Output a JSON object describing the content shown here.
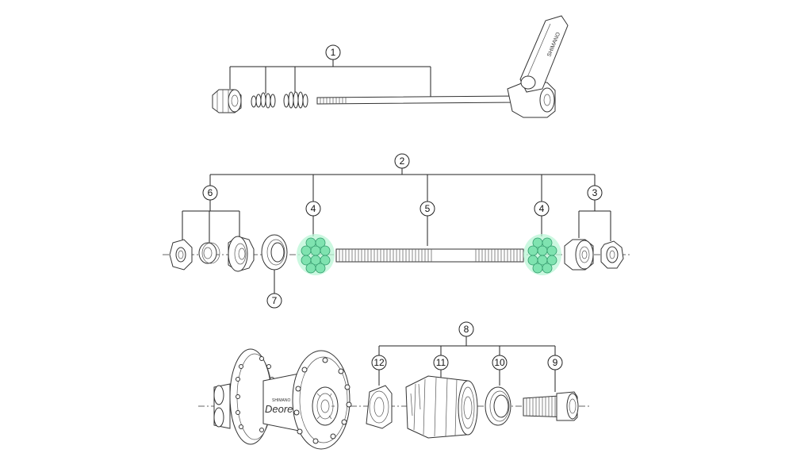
{
  "callouts": {
    "c1": "1",
    "c2": "2",
    "c3": "3",
    "c4a": "4",
    "c4b": "4",
    "c5": "5",
    "c6": "6",
    "c7": "7",
    "c8": "8",
    "c9": "9",
    "c10": "10",
    "c11": "11",
    "c12": "12"
  },
  "labels": {
    "lever_brand": "SHIMANO",
    "hub_brand_small": "SHIMANO",
    "hub_brand": "Deore"
  },
  "colors": {
    "ball_fill": "#7fe3b0",
    "ball_stroke": "#2f9a6a",
    "line": "#222222"
  }
}
